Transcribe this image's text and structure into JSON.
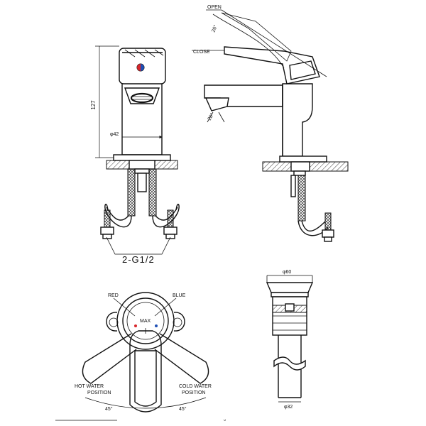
{
  "labels": {
    "open": "OPEN",
    "close": "CLOSE",
    "angle_handle": "26°",
    "angle_spout": "20°",
    "height": "127",
    "body_dia": "φ42",
    "thread": "2-G1/2",
    "red": "RED",
    "blue": "BLUE",
    "max": "MAX",
    "hot_line1": "HOT WATER",
    "hot_line2": "POSITION",
    "cold_line1": "COLD WATER",
    "cold_line2": "POSITION",
    "angle_left": "45°",
    "angle_right": "45°",
    "drain_top_dia": "φ60",
    "drain_bottom_dia": "φ32",
    "corner_mark": "ᐡ"
  },
  "colors": {
    "line": "#111111",
    "hot": "#d8262b",
    "cold": "#1f4fb5"
  }
}
